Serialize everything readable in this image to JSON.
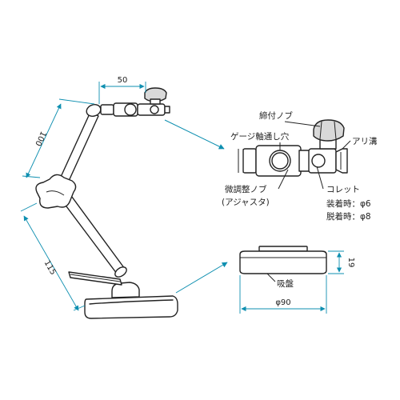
{
  "dimensions": {
    "arm_width": "50",
    "arm_length": "100",
    "lower_arm": "115",
    "base_height": "19",
    "base_diameter": "φ90"
  },
  "labels": {
    "clamp_knob": "締付ノブ",
    "gauge_hole": "ゲージ軸通し穴",
    "dovetail": "アリ溝",
    "fine_knob_line1": "微調整ノブ",
    "fine_knob_line2": "(アジャスタ)",
    "collet": "コレット",
    "mounted": "装着時：φ6",
    "removed": "脱着時：φ8",
    "magnet_base": "吸盤"
  },
  "colors": {
    "dimension": "#0e8fb0",
    "line": "#222222"
  }
}
